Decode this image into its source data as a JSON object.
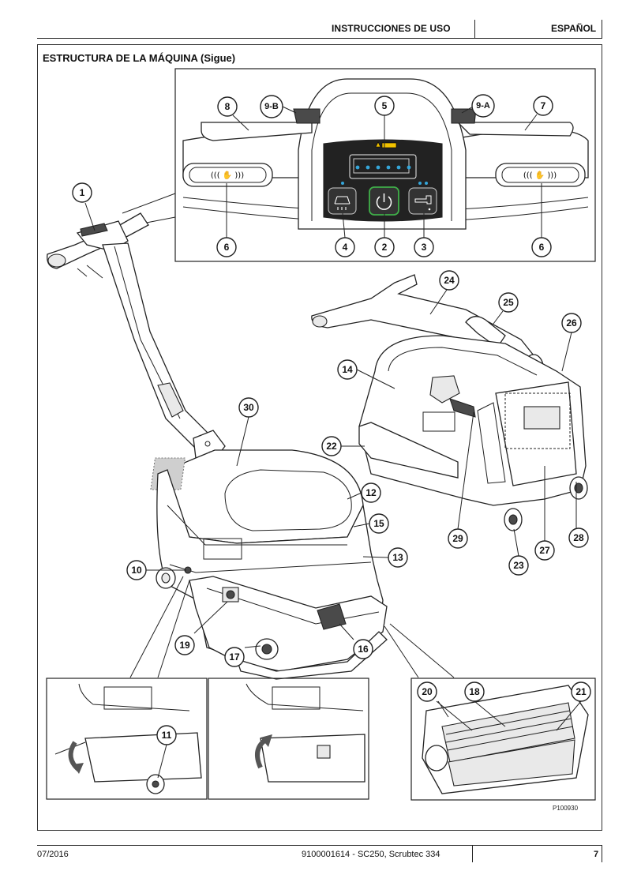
{
  "header": {
    "section": "INSTRUCCIONES DE USO",
    "language": "ESPAÑOL"
  },
  "title": "ESTRUCTURA DE LA MÁQUINA (Sigue)",
  "figure_code": "P100930",
  "footer": {
    "date": "07/2016",
    "document": "9100001614 - SC250, Scrubtec 334",
    "page": "7"
  },
  "callouts": {
    "c1": "1",
    "c2": "2",
    "c3": "3",
    "c4": "4",
    "c5": "5",
    "c6a": "6",
    "c6b": "6",
    "c7": "7",
    "c8": "8",
    "c9a": "9-A",
    "c9b": "9-B",
    "c10": "10",
    "c11": "11",
    "c12": "12",
    "c13": "13",
    "c14": "14",
    "c15": "15",
    "c16": "16",
    "c17": "17",
    "c18": "18",
    "c19": "19",
    "c20": "20",
    "c21": "21",
    "c22": "22",
    "c23": "23",
    "c24": "24",
    "c25": "25",
    "c26": "26",
    "c27": "27",
    "c28": "28",
    "c29": "29",
    "c30": "30"
  },
  "icons": [
    "warning-icon",
    "battery-icon",
    "power-icon",
    "brush-icon",
    "water-faucet-icon",
    "hand-sensor-icon"
  ],
  "colors": {
    "panel": "#222222",
    "led": "#35a6d9",
    "power_ring": "#3fae49",
    "warning": "#f2c200"
  }
}
